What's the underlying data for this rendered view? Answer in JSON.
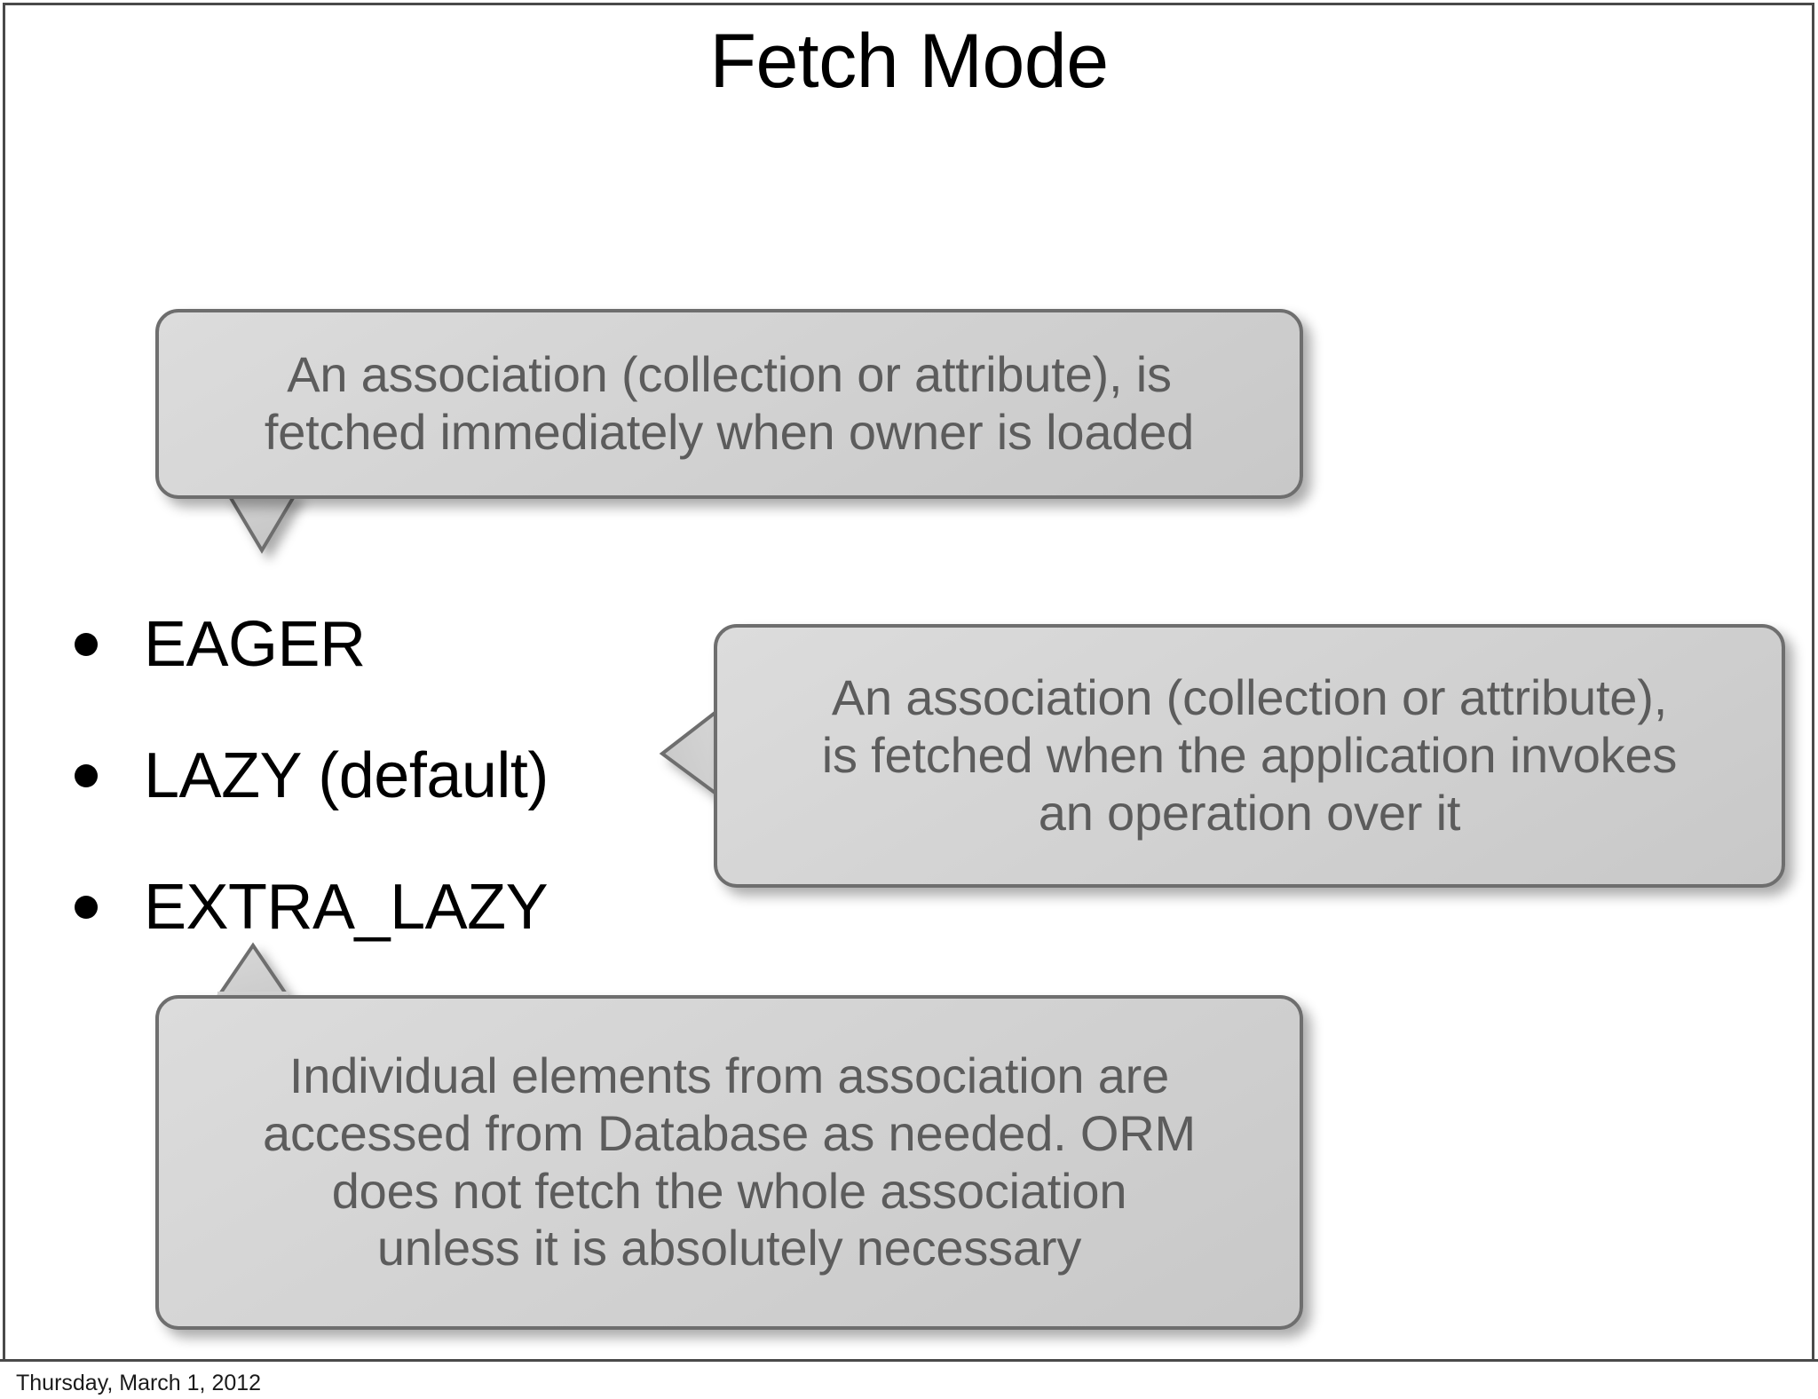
{
  "slide": {
    "title": "Fetch Mode",
    "background_color": "#ffffff",
    "frame_color": "#4a4a4a"
  },
  "bullets": {
    "items": [
      {
        "label": "EAGER"
      },
      {
        "label": "LAZY (default)"
      },
      {
        "label": "EXTRA_LAZY"
      }
    ],
    "text_color": "#000000"
  },
  "callouts": [
    {
      "id": "eager-callout",
      "target": "EAGER",
      "tail": "down-left",
      "lines": [
        "An association (collection or attribute), is",
        "fetched immediately when owner is loaded"
      ],
      "text": "An association (collection or attribute), is fetched immediately when owner is loaded"
    },
    {
      "id": "lazy-callout",
      "target": "LAZY (default)",
      "tail": "left",
      "lines": [
        "An association (collection or attribute),",
        "is fetched when the application invokes",
        "an operation over it"
      ],
      "text": "An association (collection or attribute), is fetched when the application invokes an operation over it"
    },
    {
      "id": "extra-lazy-callout",
      "target": "EXTRA_LAZY",
      "tail": "up-left",
      "lines": [
        "Individual elements from association are",
        "accessed from Database as needed. ORM",
        "does not fetch the whole association",
        "unless it is absolutely necessary"
      ],
      "text": "Individual elements from association are accessed from Database as needed. ORM does not fetch the whole association unless it is absolutely necessary"
    }
  ],
  "callout_style": {
    "fill_color": "#d2d2d2",
    "border_color": "#6e6e6e",
    "text_color": "#5c5c5c"
  },
  "footer": {
    "date": "Thursday, March 1, 2012"
  }
}
